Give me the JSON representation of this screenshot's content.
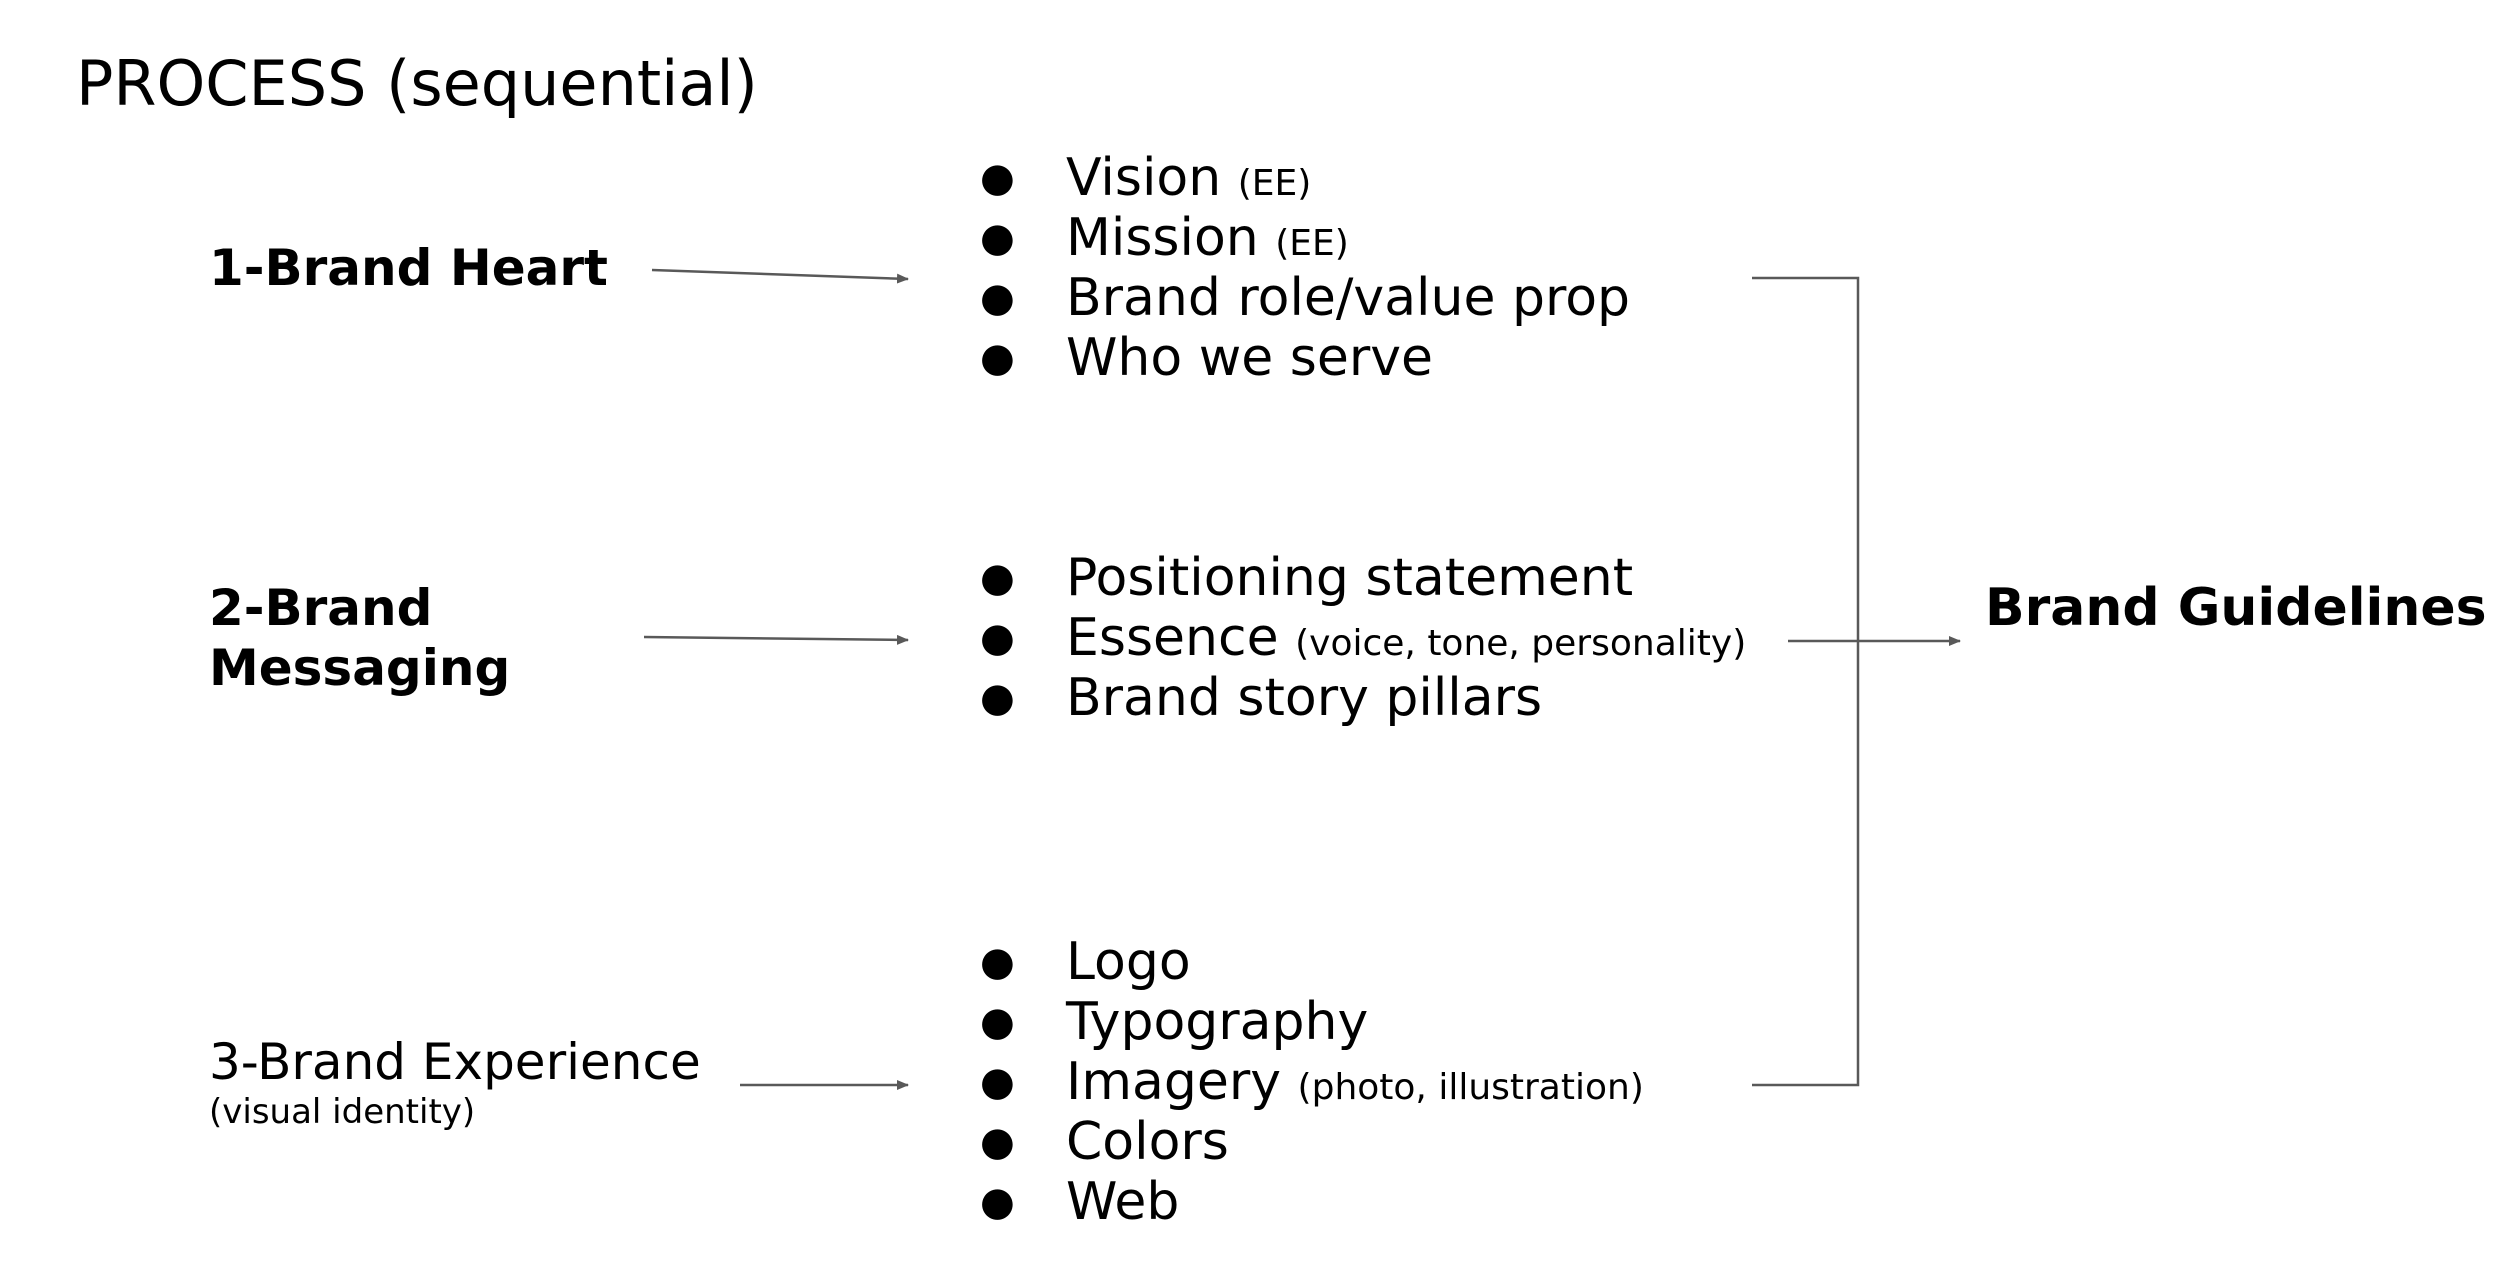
{
  "title": "PROCESS (sequential)",
  "stages": [
    {
      "label": "1-Brand Heart",
      "sublabel": "",
      "items": [
        {
          "text": "Vision",
          "note": "(EE)"
        },
        {
          "text": "Mission",
          "note": "(EE)"
        },
        {
          "text": "Brand role/value prop",
          "note": ""
        },
        {
          "text": "Who we serve",
          "note": ""
        }
      ]
    },
    {
      "label_lines": [
        "2-Brand",
        "Messaging"
      ],
      "items": [
        {
          "text": "Positioning statement",
          "note": ""
        },
        {
          "text": "Essence",
          "note": "(voice, tone, personality)"
        },
        {
          "text": "Brand story pillars",
          "note": ""
        }
      ]
    },
    {
      "label": "3-Brand Experience",
      "sublabel": "(visual identity)",
      "items": [
        {
          "text": "Logo",
          "note": ""
        },
        {
          "text": "Typography",
          "note": ""
        },
        {
          "text": "Imagery",
          "note": "(photo, illustration)"
        },
        {
          "text": "Colors",
          "note": ""
        },
        {
          "text": "Web",
          "note": ""
        }
      ]
    }
  ],
  "result": "Brand Guidelines",
  "bullet_glyph": "●",
  "colors": {
    "text": "#000000",
    "connector": "#595959"
  }
}
